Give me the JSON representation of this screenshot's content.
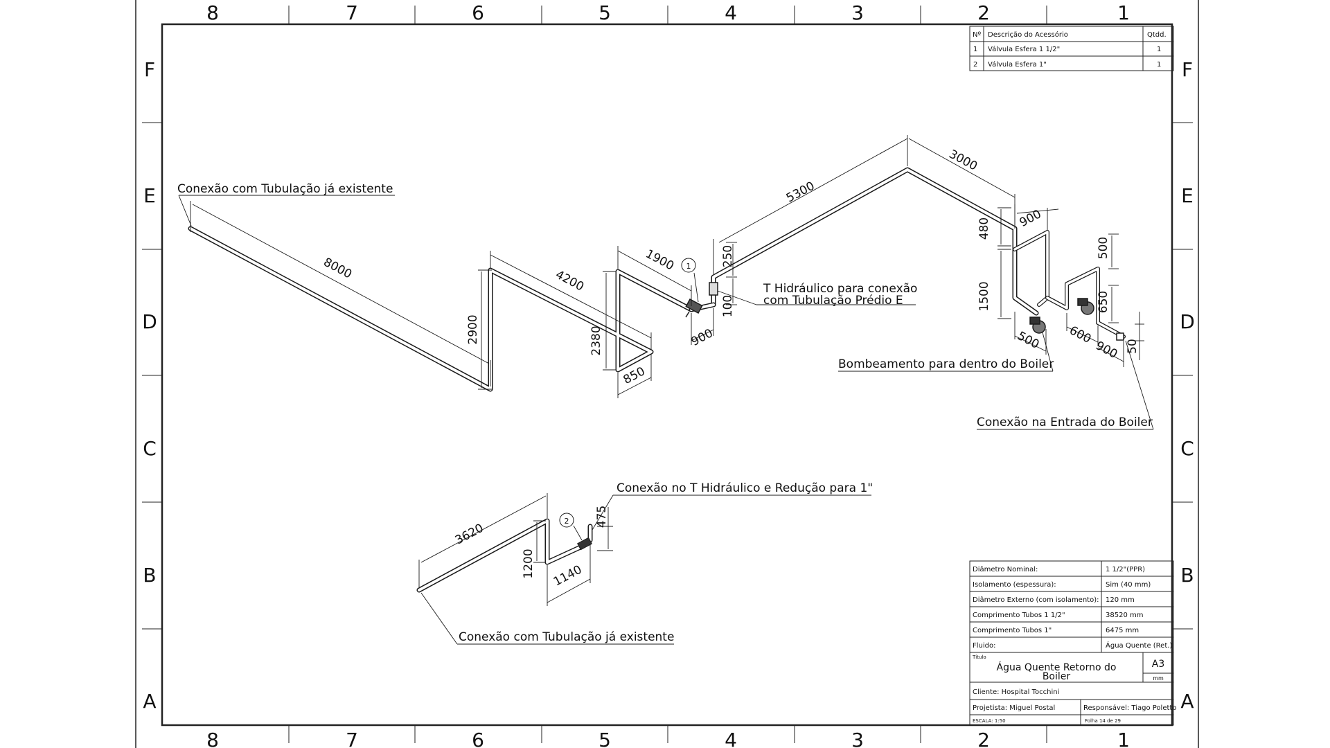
{
  "zones": {
    "columns": [
      "8",
      "7",
      "6",
      "5",
      "4",
      "3",
      "2",
      "1"
    ],
    "rows": [
      "F",
      "E",
      "D",
      "C",
      "B",
      "A"
    ]
  },
  "bom": {
    "headers": [
      "Nº",
      "Descrição do Acessório",
      "Qtdd."
    ],
    "rows": [
      [
        "1",
        "Válvula Esfera 1 1/2\"",
        "1"
      ],
      [
        "2",
        "Válvula Esfera 1\"",
        "1"
      ]
    ]
  },
  "annotations": {
    "existing_top": "Conexão com Tubulação já existente",
    "tee_line1": "T Hidráulico para conexão",
    "tee_line2": "com Tubulação Prédio E",
    "pumping": "Bombeamento para dentro do Boiler",
    "boiler_inlet": "Conexão na Entrada do Boiler",
    "tee_reduction": "Conexão no T Hidráulico e Redução para 1\"",
    "existing_bottom": "Conexão com Tubulação já existente",
    "balloon_1": "1",
    "balloon_2": "2"
  },
  "dimensions": {
    "d8000": "8000",
    "d2900": "2900",
    "d4200": "4200",
    "d2380": "2380",
    "d850": "850",
    "d1900": "1900",
    "d900a": "900",
    "d250": "250",
    "d100": "100",
    "d5300": "5300",
    "d3000": "3000",
    "d480": "480",
    "d900b": "900",
    "d1500": "1500",
    "d500a": "500",
    "d500b": "500",
    "d650": "650",
    "d600": "600",
    "d900c": "900",
    "d50": "50",
    "d3620": "3620",
    "d1200": "1200",
    "d1140": "1140",
    "d475": "475"
  },
  "title_block": {
    "specs": [
      [
        "Diâmetro Nominal:",
        "1 1/2\"(PPR)"
      ],
      [
        "Isolamento (espessura):",
        "Sim (40 mm)"
      ],
      [
        "Diâmetro Externo (com isolamento):",
        "120 mm"
      ],
      [
        "Comprimento Tubos 1 1/2\"",
        "38520 mm"
      ],
      [
        "Comprimento Tubos 1\"",
        "6475 mm"
      ],
      [
        "Fluido:",
        "Água Quente (Ret.)"
      ]
    ],
    "title_label": "Título",
    "title_line1": "Água Quente Retorno do",
    "title_line2": "Boiler",
    "sheet_size": "A3",
    "unit": "mm",
    "client": "Cliente: Hospital Tocchini",
    "designer": "Projetista: Miguel Postal",
    "responsible": "Responsável: Tiago Poletto",
    "scale": "ESCALA: 1:50",
    "sheet": "Folha 14 de 29"
  }
}
